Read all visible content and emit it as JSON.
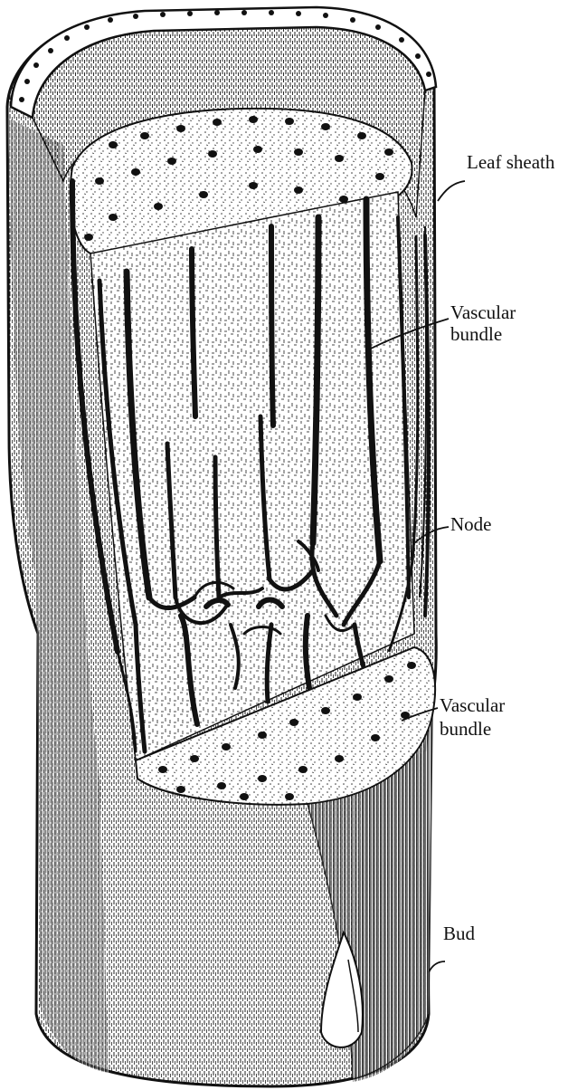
{
  "labels": {
    "leaf_sheath": "Leaf sheath",
    "vascular_bundle_upper_line1": "Vascular",
    "vascular_bundle_upper_line2": "bundle",
    "node": "Node",
    "vascular_bundle_lower_line1": "Vascular",
    "vascular_bundle_lower_line2": "bundle",
    "bud": "Bud"
  },
  "colors": {
    "ink": "#111111",
    "paper": "#ffffff",
    "pith": "#f4f4f4"
  }
}
